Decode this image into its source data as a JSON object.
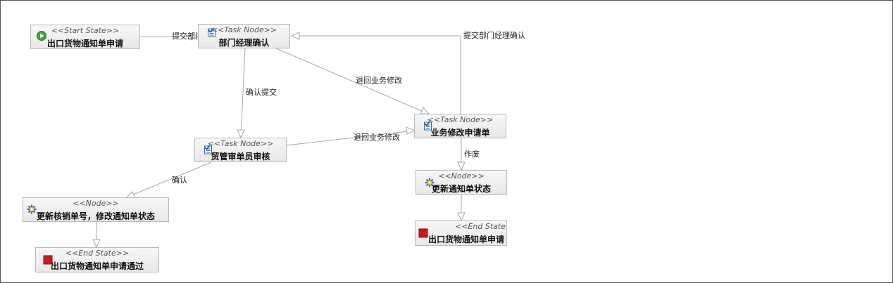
{
  "nodes": {
    "start": {
      "stereotype": "<<Start State>>",
      "name": "出口货物通知单申请",
      "icon": "play-icon"
    },
    "dept_confirm": {
      "stereotype": "<<Task Node>>",
      "name": "部门经理确认",
      "icon": "task-check-icon"
    },
    "trade_review": {
      "stereotype": "<<Task Node>>",
      "name": "贸管审单员审核",
      "icon": "task-check-icon"
    },
    "biz_modify": {
      "stereotype": "<<Task Node>>",
      "name": "业务修改申请单",
      "icon": "task-check-icon"
    },
    "update_status": {
      "stereotype": "<<Node>>",
      "name": "更新通知单状态",
      "icon": "gear-icon"
    },
    "update_verify": {
      "stereotype": "<<Node>>",
      "name": "更新核销单号，修改通知单状态",
      "icon": "gear-icon"
    },
    "end_pass": {
      "stereotype": "<<End State>>",
      "name": "出口货物通知单申请通过",
      "icon": "stop-icon"
    },
    "end_void": {
      "stereotype": "<<End State>>",
      "name": "出口货物通知单申请",
      "icon": "stop-icon"
    }
  },
  "edges": {
    "submit_to_manager": "提交部门经理",
    "resubmit_to_manager": "提交部门经理确认",
    "return_biz_modify_1": "退回业务修改",
    "confirm_submit": "确认提交",
    "return_biz_modify_2": "退回业务修改",
    "void": "作废",
    "confirm": "确认"
  },
  "colors": {
    "line": "#a8a8a8",
    "node_border": "#b9b9b9",
    "start_icon": "#3aa53a",
    "end_icon": "#d01818",
    "task_icon": "#2f6db5",
    "gear_icon": "#2f6db5"
  }
}
